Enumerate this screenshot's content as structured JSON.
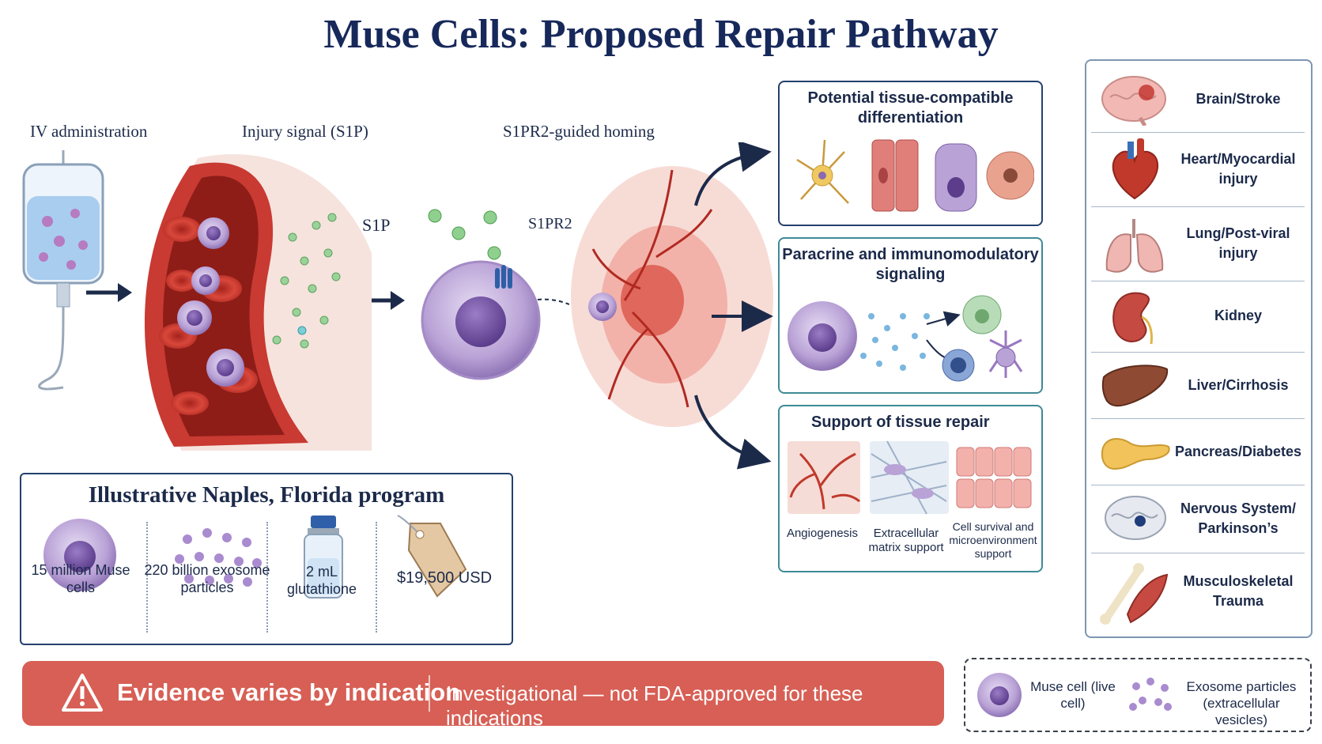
{
  "title": "Muse Cells: Proposed Repair Pathway",
  "steps": {
    "iv": "IV administration",
    "injury": "Injury signal (S1P)",
    "homing": "S1PR2-guided homing",
    "s1p_label": "S1P",
    "s1pr2_label": "S1PR2"
  },
  "outcomes": {
    "differentiation_title": "Potential tissue-compatible differentiation",
    "paracrine_title": "Paracrine and immunomodulatory signaling",
    "support_title": "Support of tissue repair",
    "support_items": [
      "Angiogenesis",
      "Extracellular matrix support",
      "Cell survival and microenvironment support"
    ]
  },
  "organs": [
    {
      "label": "Brain/Stroke",
      "icon": "brain-stroke-icon"
    },
    {
      "label": "Heart/Myocardial injury",
      "icon": "heart-icon"
    },
    {
      "label": "Lung/Post-viral injury",
      "icon": "lungs-icon"
    },
    {
      "label": "Kidney",
      "icon": "kidney-icon"
    },
    {
      "label": "Liver/Cirrhosis",
      "icon": "liver-icon"
    },
    {
      "label": "Pancreas/Diabetes",
      "icon": "pancreas-icon"
    },
    {
      "label": "Nervous System/ Parkinson’s",
      "icon": "brain-nervous-icon"
    },
    {
      "label": "Musculoskeletal Trauma",
      "icon": "bone-muscle-icon"
    }
  ],
  "program": {
    "title": "Illustrative Naples, Florida program",
    "items": [
      "15 million Muse cells",
      "220 billion exosome particles",
      "2 mL glutathione",
      "$19,500 USD"
    ]
  },
  "banner": {
    "left": "Evidence varies by indication",
    "right": "Investigational — not FDA-approved for these indications"
  },
  "legend": {
    "muse": "Muse cell (live cell)",
    "exosome": "Exosome particles (extracellular vesicles)"
  },
  "colors": {
    "navy": "#17285a",
    "muse_purple": "#b9a2d6",
    "banner_red": "#d75f55",
    "blood_red": "#c0392b"
  }
}
